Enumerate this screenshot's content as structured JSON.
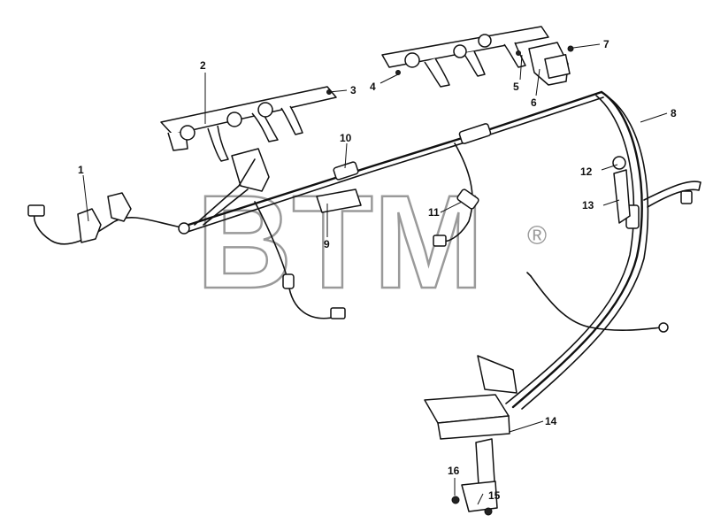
{
  "watermark": {
    "text": "BTM",
    "registered": "®"
  },
  "callouts": [
    "1",
    "2",
    "3",
    "4",
    "5",
    "6",
    "7",
    "8",
    "9",
    "10",
    "11",
    "12",
    "13",
    "14",
    "15",
    "16"
  ]
}
